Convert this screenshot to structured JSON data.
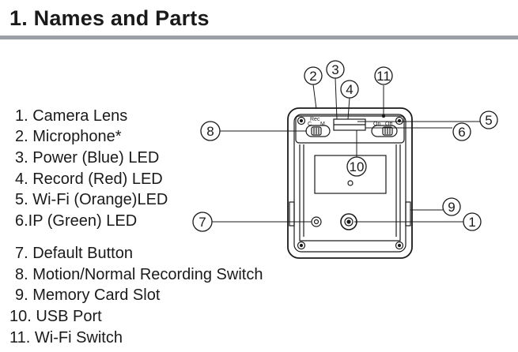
{
  "heading": "1. Names and Parts",
  "parts": [
    "1. Camera Lens",
    "2. Microphone*",
    "3. Power (Blue) LED",
    "4. Record (Red) LED",
    "5. Wi-Fi (Orange)LED",
    "6.IP (Green) LED",
    "7. Default Button",
    "8. Motion/Normal Recording Switch",
    "9. Memory Card Slot",
    "10. USB Port",
    "11. Wi-Fi Switch"
  ],
  "diagram": {
    "callouts": [
      "1",
      "2",
      "3",
      "4",
      "5",
      "6",
      "7",
      "8",
      "9",
      "10",
      "11"
    ],
    "switch_labels": {
      "rec": "Rec",
      "c": "C",
      "m": "M",
      "on": "On",
      "off": "Off"
    }
  }
}
